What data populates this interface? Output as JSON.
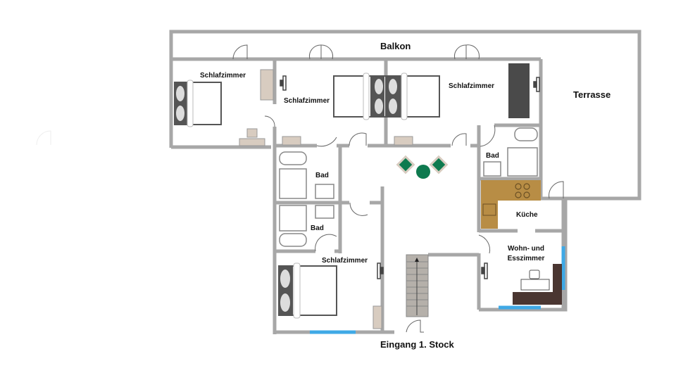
{
  "plan": {
    "title": "Eingang 1. Stock",
    "wall_color": "#a7a7a7",
    "window_color": "#3fa9e6",
    "kitchen_color": "#b88d45",
    "sofa_color": "#4a3631",
    "table_green": "#0e7a4f",
    "furniture_beige": "#d8ccc0"
  },
  "rooms": {
    "balcony": {
      "label": "Balkon"
    },
    "terrace": {
      "label": "Terrasse"
    },
    "bedroom_1": {
      "label": "Schlafzimmer"
    },
    "bedroom_2": {
      "label": "Schlafzimmer"
    },
    "bedroom_3": {
      "label": "Schlafzimmer"
    },
    "bedroom_4": {
      "label": "Schlafzimmer"
    },
    "bath_1": {
      "label": "Bad"
    },
    "bath_2": {
      "label": "Bad"
    },
    "bath_3": {
      "label": "Bad"
    },
    "kitchen": {
      "label": "Küche"
    },
    "living": {
      "label_line1": "Wohn- und",
      "label_line2": "Esszimmer"
    },
    "entrance": {
      "label": "Eingang 1. Stock"
    }
  }
}
